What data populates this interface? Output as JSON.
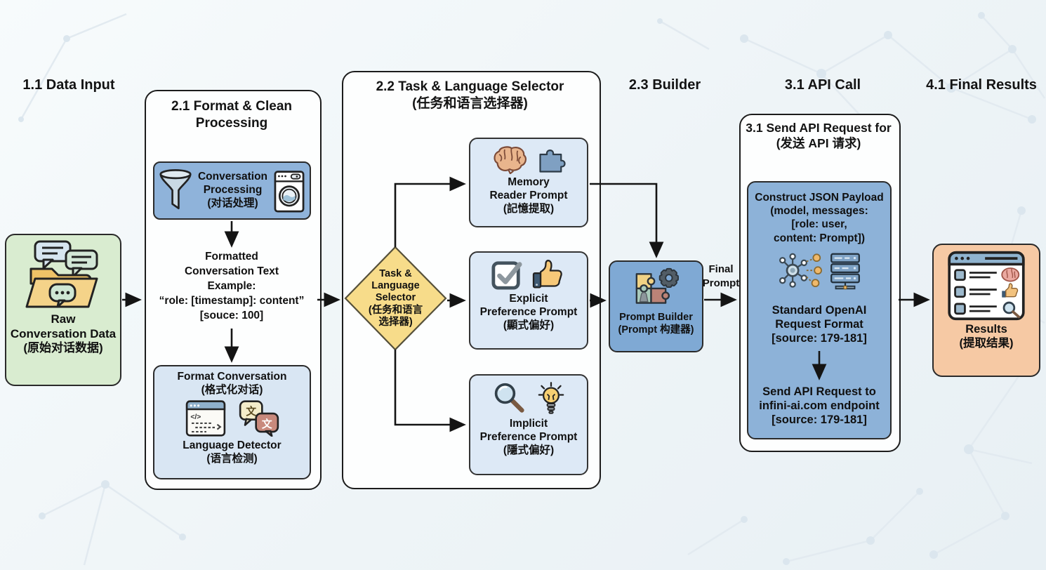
{
  "headers": {
    "data_input": "1.1 Data Input",
    "builder": "2.3 Builder",
    "api_call": "3.1 API Call",
    "final_results": "4.1 Final Results"
  },
  "raw_data_box": {
    "label": "Raw\nConversation Data\n(原始对话数据)"
  },
  "format_clean": {
    "title": "2.1 Format & Clean\nProcessing",
    "conversation_processing": "Conversation\nProcessing\n(对话处理)",
    "formatted_text": "Formatted\nConversation Text\nExample:\n“role: [timestamp]: content”\n[souce: 100]",
    "format_conversation": "Format Conversation\n(格式化对话)",
    "language_detector": "Language Detector\n(语言检测)"
  },
  "task_selector": {
    "title": "2.2 Task & Language Selector\n(任务和语言选择器)",
    "diamond": "Task &\nLanguage\nSelector\n(任务和语言\n选择器)",
    "memory_prompt": "Memory\nReader Prompt\n(記憶提取)",
    "explicit_prompt": "Explicit\nPreference Prompt\n(顯式偏好)",
    "implicit_prompt": "Implicit\nPreference Prompt\n(隱式偏好)"
  },
  "builder_section": {
    "prompt_builder": "Prompt Builder\n(Prompt 构建器)",
    "final_prompt_label": "Final\nPrompt"
  },
  "api_section": {
    "title": "3.1 Send API Request for\n(发送 API 请求)",
    "construct_payload": "Construct JSON Payload\n(model, messages:\n[role: user,\ncontent: Prompt])",
    "standard_format": "Standard OpenAI\nRequest Format\n[source: 179-181]",
    "send_request": "Send API Request to\ninfini-ai.com endpoint\n[source: 179-181]"
  },
  "results_box": {
    "label": "Results\n(提取结果)"
  },
  "colors": {
    "raw_green": "#d9ecd0",
    "medium_blue": "#8fb3da",
    "light_blue": "#dde9f6",
    "diamond_yellow": "#f7dc8a",
    "results_peach": "#f6c9a4",
    "arrow_black": "#141414",
    "container_white": "#fdfefe"
  }
}
